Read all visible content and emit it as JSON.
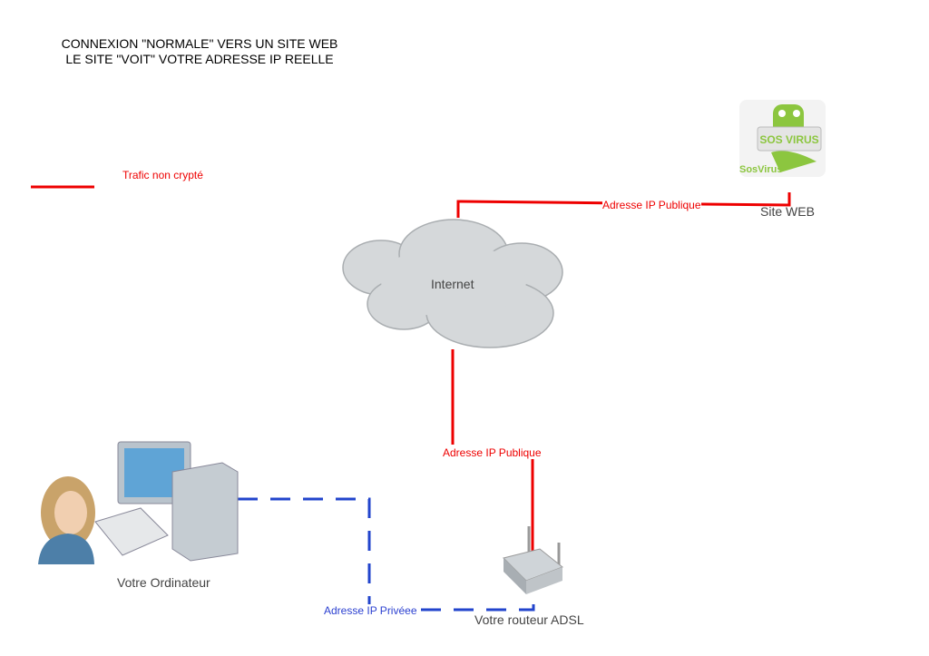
{
  "title": {
    "line1": "CONNEXION \"NORMALE\" VERS UN SITE WEB",
    "line2": "LE SITE \"VOIT\" VOTRE ADRESSE IP REELLE"
  },
  "legend": {
    "label": "Trafic non crypté",
    "color": "#e00000"
  },
  "nodes": {
    "website": {
      "label": "Site WEB",
      "logo_text": "SosVirus",
      "icon": "sosvirus-logo"
    },
    "internet": {
      "label": "Internet",
      "icon": "cloud-icon"
    },
    "router": {
      "label": "Votre routeur ADSL",
      "icon": "router-icon"
    },
    "computer": {
      "label": "Votre Ordinateur",
      "icon": "user-computer-icon"
    }
  },
  "edges": {
    "internet_site": {
      "label": "Adresse IP Publique",
      "color": "#e00000",
      "style": "solid"
    },
    "router_internet": {
      "label": "Adresse IP Publique",
      "color": "#e00000",
      "style": "solid"
    },
    "computer_router": {
      "label": "Adresse IP Privéee",
      "color": "#2244cc",
      "style": "dashed"
    }
  }
}
